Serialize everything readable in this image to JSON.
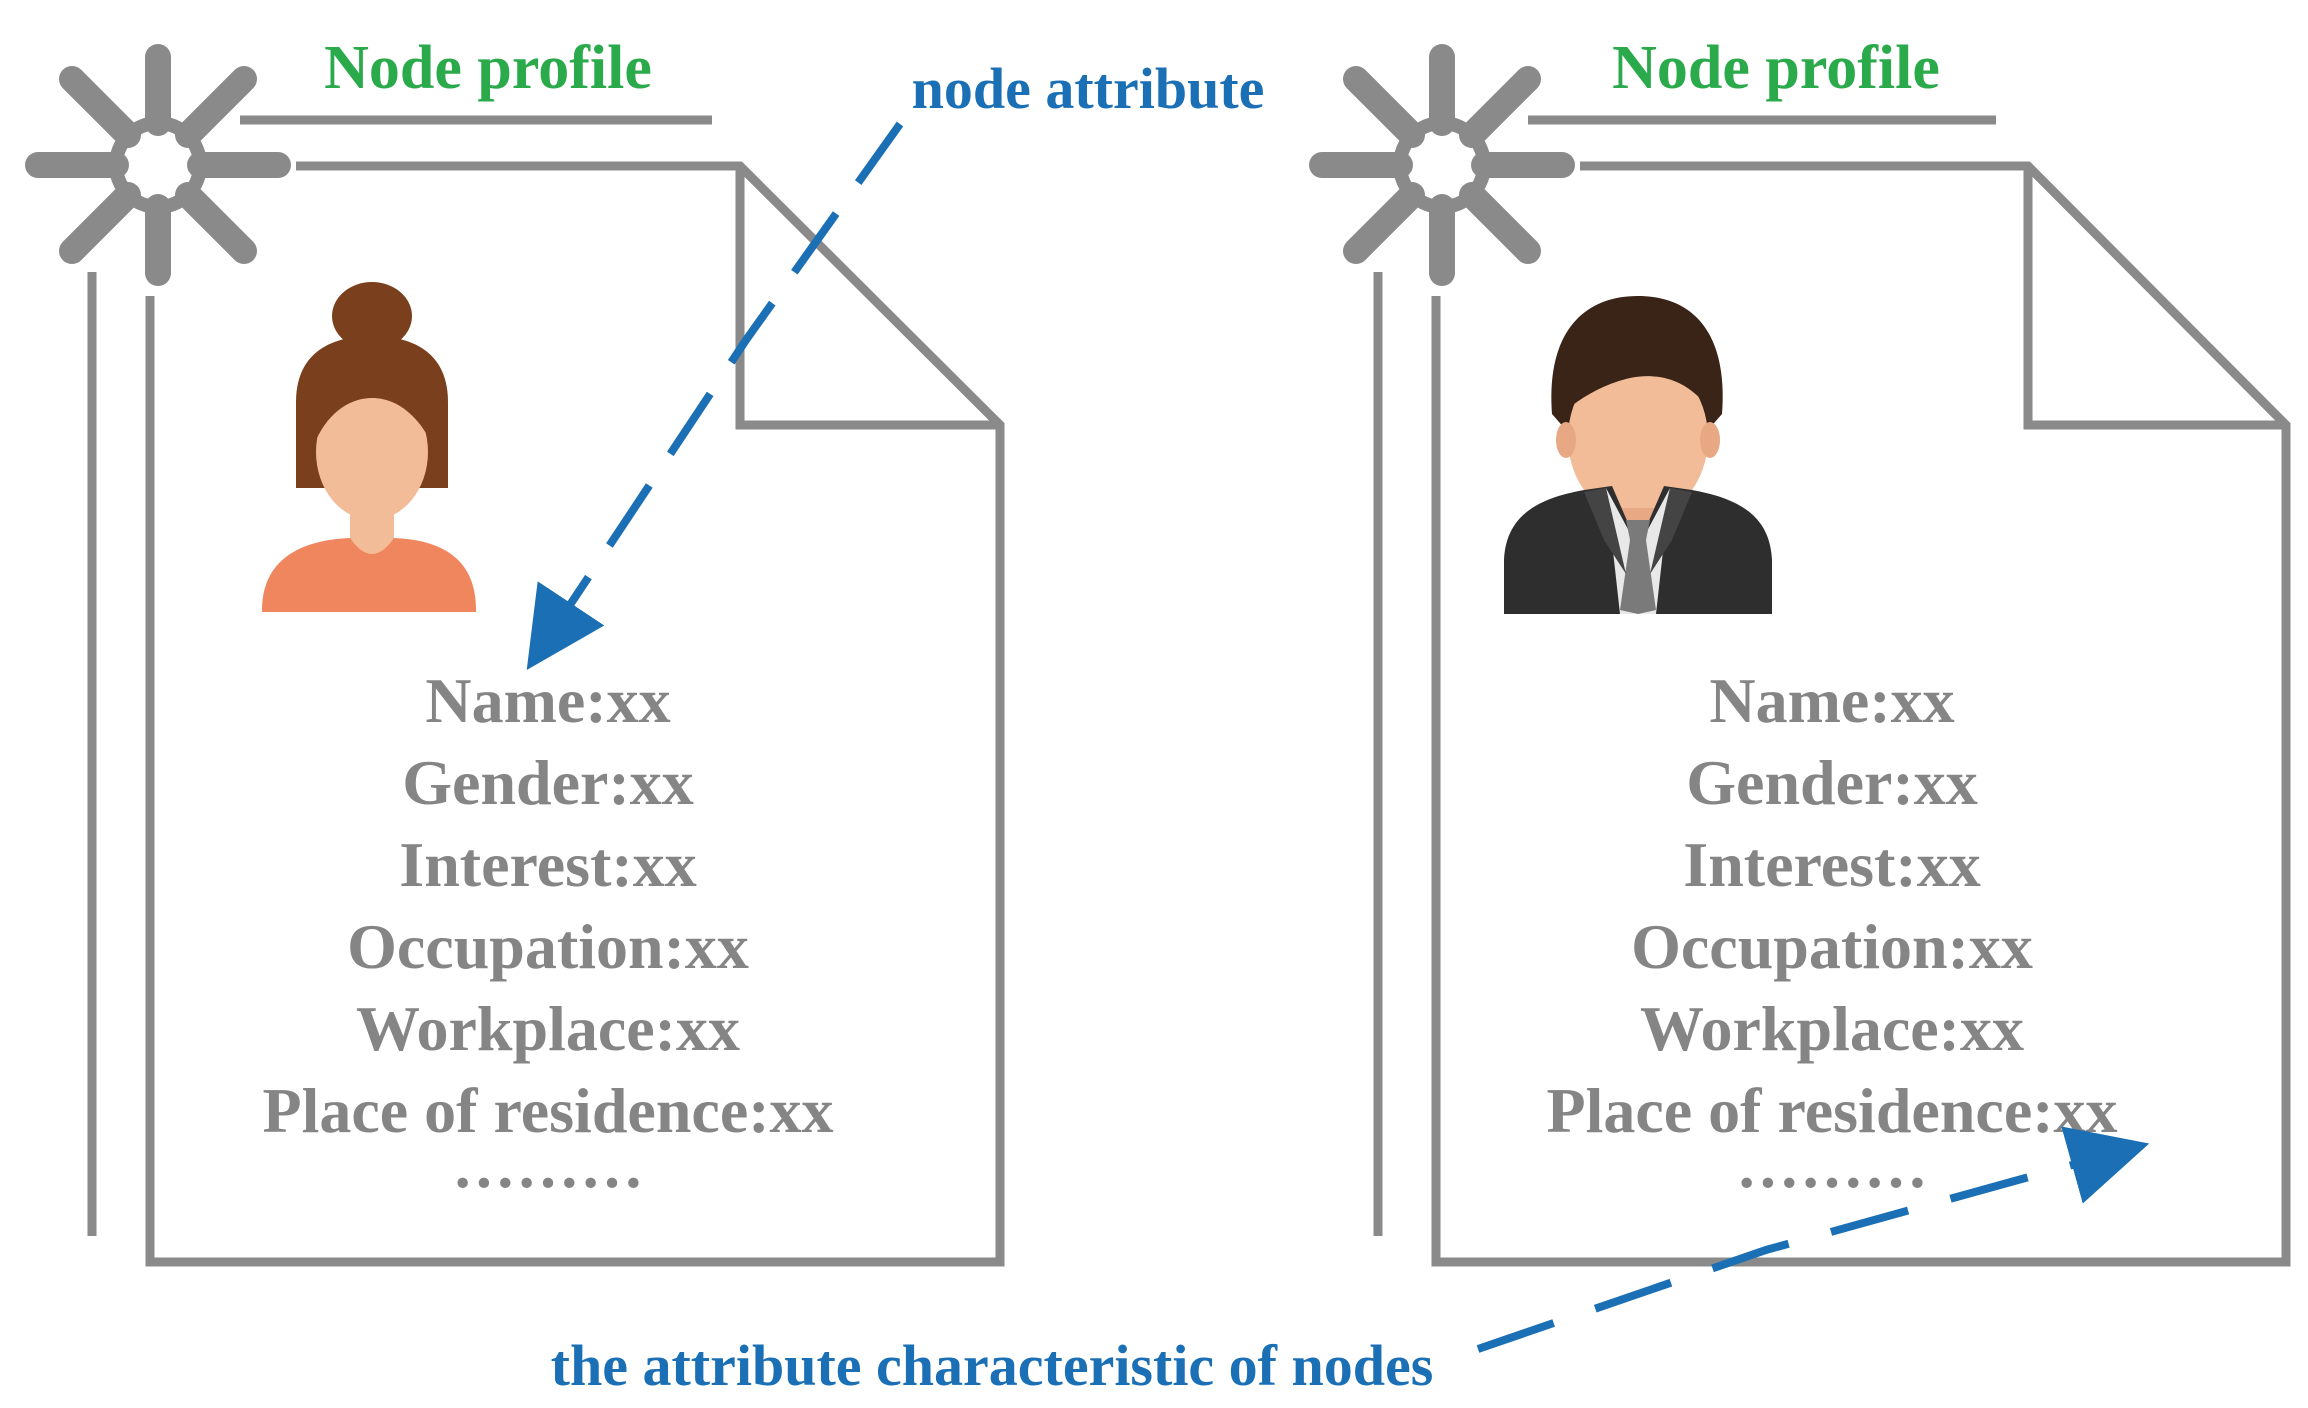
{
  "colors": {
    "frame": "#8a8a8a",
    "title": "#2aaa4a",
    "annotation": "#1a6fb5",
    "attribute_text": "#858585",
    "female_skin": "#f2bc98",
    "female_hair": "#7a3f1c",
    "female_shirt": "#f0865e",
    "male_skin": "#f2bc98",
    "male_hair": "#3a2418",
    "male_suit": "#2e2e2e",
    "male_shirt": "#e8e8e8",
    "male_tie": "#7a7a7a"
  },
  "profiles": [
    {
      "title": "Node profile",
      "avatar": "female-avatar",
      "attributes": [
        "Name:xx",
        "Gender:xx",
        "Interest:xx",
        "Occupation:xx",
        "Workplace:xx",
        "Place of residence:xx",
        "·········"
      ]
    },
    {
      "title": "Node profile",
      "avatar": "male-avatar",
      "attributes": [
        "Name:xx",
        "Gender:xx",
        "Interest:xx",
        "Occupation:xx",
        "Workplace:xx",
        "Place of residence:xx",
        "·········"
      ]
    }
  ],
  "annotations": {
    "node_attribute": "node attribute",
    "attribute_characteristic": "the attribute characteristic of nodes"
  },
  "icons": {
    "gear": "gear-icon",
    "document": "document-icon",
    "arrow": "arrow-icon"
  }
}
